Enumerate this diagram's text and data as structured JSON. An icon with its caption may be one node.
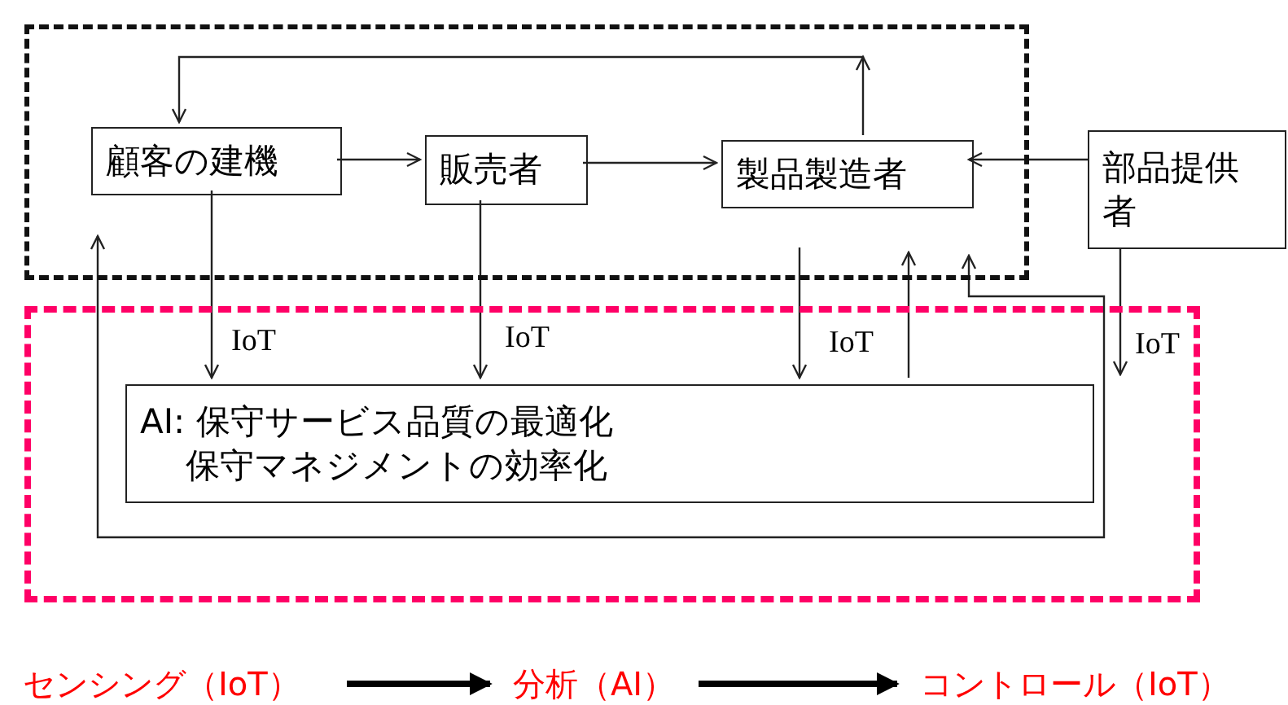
{
  "diagram": {
    "nodes": [
      {
        "text": [],
        "shape": "box"
      },
      {
        "text": [],
        "shape": "box"
      },
      {
        "text": [
          "顧客の建機"
        ],
        "in": 0
      },
      {
        "text": [
          "販売者"
        ],
        "in": 0
      },
      {
        "text": [
          "製品製造者"
        ],
        "in": 0
      },
      {
        "text": [
          "部品提供者"
        ]
      },
      {
        "text": [
          "AI: 保守サービス品質の最適化",
          "保守マネジメントの効率化"
        ],
        "in": 1
      },
      {
        "text": [
          "センシング（IoT）"
        ]
      },
      {
        "text": [
          "分析（AI）"
        ]
      },
      {
        "text": [
          "コントロール（IoT）"
        ]
      }
    ],
    "edges": [
      {
        "from": 4,
        "to": 2,
        "arrow": "to"
      },
      {
        "from": 2,
        "to": 3,
        "arrow": "to"
      },
      {
        "from": 3,
        "to": 4,
        "arrow": "to"
      },
      {
        "from": 5,
        "to": 4,
        "arrow": "to"
      },
      {
        "from": 2,
        "to": 6,
        "arrow": "to",
        "label": "IoT"
      },
      {
        "from": 3,
        "to": 6,
        "arrow": "to",
        "label": "IoT"
      },
      {
        "from": null,
        "to": 6,
        "arrow": "to",
        "label": "IoT"
      },
      {
        "from": 6,
        "to": 0,
        "arrow": "to"
      },
      {
        "from": 5,
        "to": 6,
        "arrow": "to",
        "label": "IoT"
      },
      {
        "from": 2,
        "to": 0,
        "arrow": "both"
      },
      {
        "from": 7,
        "to": 8,
        "arrow": "to",
        "style": "thick"
      },
      {
        "from": 8,
        "to": 9,
        "arrow": "to",
        "style": "thick"
      }
    ]
  }
}
